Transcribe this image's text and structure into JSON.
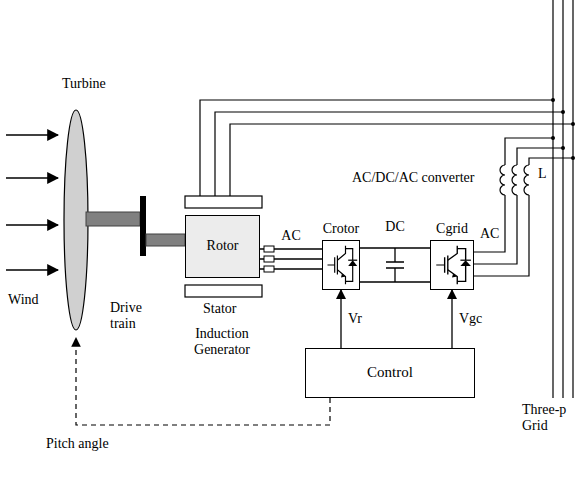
{
  "diagram": {
    "nodes": [
      {
        "text": [
          "Rotor"
        ]
      },
      {
        "text": [
          "Crotor"
        ]
      },
      {
        "text": [
          "Cgrid"
        ]
      },
      {
        "text": [
          "Control"
        ]
      }
    ],
    "edges": [
      {
        "from": 0,
        "to": 1,
        "arrow": "none",
        "label": "AC"
      },
      {
        "from": 1,
        "to": 2,
        "arrow": "none",
        "label": "DC"
      },
      {
        "from": 3,
        "to": 1,
        "arrow": "to",
        "label": "Vr"
      },
      {
        "from": 3,
        "to": 2,
        "arrow": "to",
        "label": "Vgc"
      }
    ],
    "labels": [
      "Turbine",
      "Wind",
      "Drive train",
      "Stator",
      "Induction Generator",
      "AC/DC/AC converter",
      "L",
      "AC",
      "Three-p Grid",
      "Pitch angle"
    ]
  }
}
